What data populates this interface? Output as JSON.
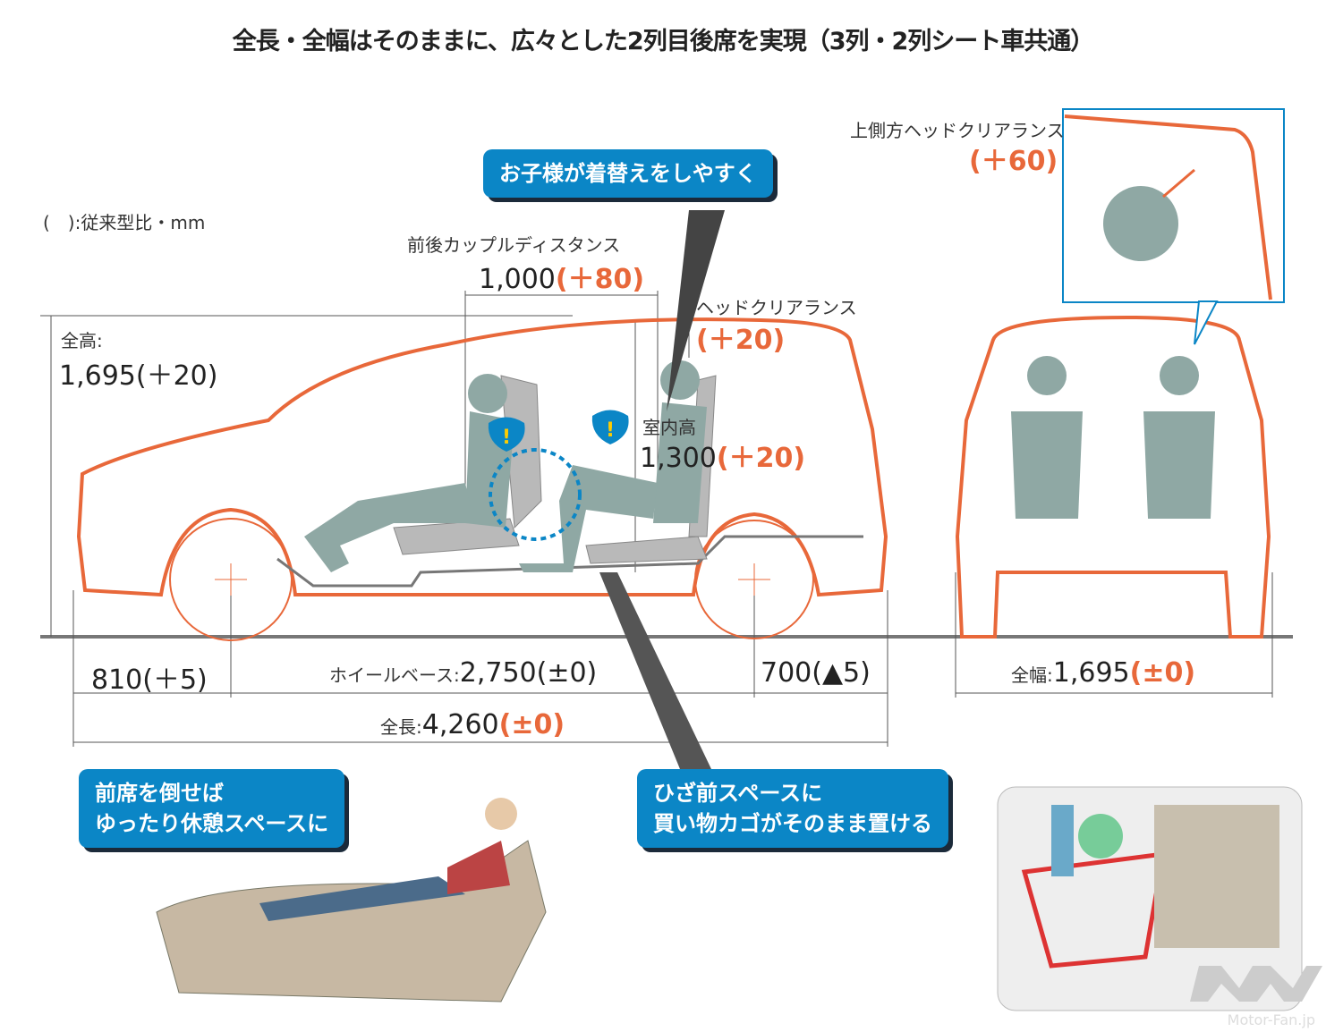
{
  "title": "全長・全幅はそのままに、広々とした2列目後席を実現（3列・2列シート車共通）",
  "legend_note": "(　):従来型比・mm",
  "dimensions": {
    "couple_distance_label": "前後カップルディスタンス",
    "couple_distance_value": "1,000",
    "couple_distance_diff": "(＋80)",
    "height_label": "全高:",
    "height_value": "1,695(＋20)",
    "head_clearance_label": "ヘッドクリアランス",
    "head_clearance_diff": "(＋20)",
    "interior_height_label": "室内高",
    "interior_height_value": "1,300",
    "interior_height_diff": "(＋20)",
    "front_overhang": "810(＋5)",
    "wheelbase_label": "ホイールベース:",
    "wheelbase_value": "2,750(±0)",
    "rear_overhang": "700(▲5)",
    "length_label": "全長:",
    "length_value": "4,260",
    "length_diff": "(±0)",
    "width_label": "全幅:",
    "width_value": "1,695",
    "width_diff": "(±0)",
    "side_head_clearance_label": "上側方ヘッドクリアランス",
    "side_head_clearance_diff": "(＋60)"
  },
  "callouts": {
    "changing": "お子様が着替えをしやすく",
    "rest_line1": "前席を倒せば",
    "rest_line2": "ゆったり休憩スペースに",
    "basket_line1": "ひざ前スペースに",
    "basket_line2": "買い物カゴがそのまま置ける"
  },
  "watermark": "Motor-Fan.jp",
  "colors": {
    "accent": "#e8683a",
    "callout": "#0b86c6",
    "figure": "#8fa8a4"
  }
}
